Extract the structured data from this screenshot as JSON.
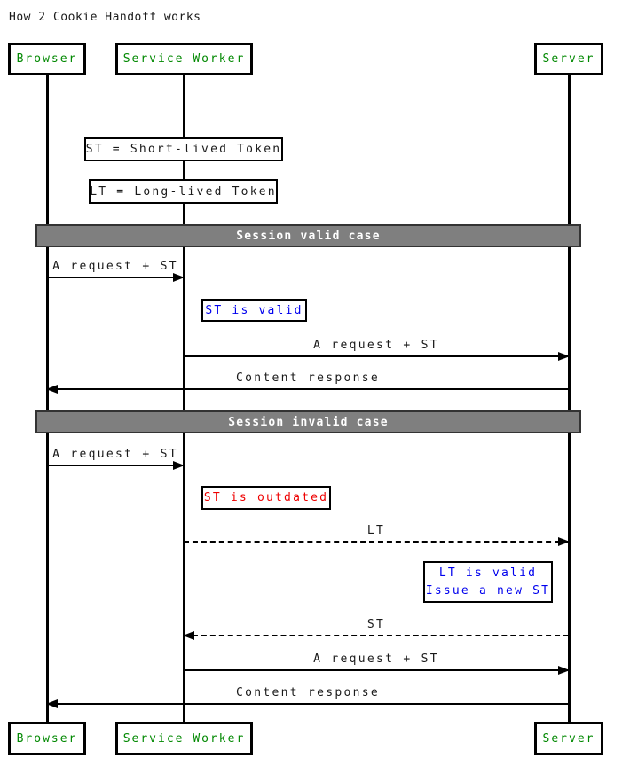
{
  "title": "How 2 Cookie Handoff works",
  "actors": {
    "browser": "Browser",
    "service_worker": "Service Worker",
    "server": "Server"
  },
  "legend": {
    "st": "ST = Short-lived Token",
    "lt": "LT = Long-lived Token"
  },
  "dividers": {
    "valid": "Session valid case",
    "invalid": "Session invalid case"
  },
  "messages": {
    "m1": "A request + ST",
    "m2": "A request + ST",
    "m3": "Content response",
    "m4": "A request + ST",
    "m5": "LT",
    "m6": "ST",
    "m7": "A request + ST",
    "m8": "Content response"
  },
  "notes": {
    "st_valid": "ST is valid",
    "st_outdated": "ST is outdated",
    "lt_valid_line1": "LT is valid",
    "lt_valid_line2": "Issue a new ST"
  },
  "colors": {
    "actor_text": "#008800",
    "note_info_text": "#0000ee",
    "note_error_text": "#ee0000",
    "divider_bg": "#7f7f7f",
    "divider_border": "#333333",
    "divider_text": "#ffffff",
    "line": "#000000"
  }
}
